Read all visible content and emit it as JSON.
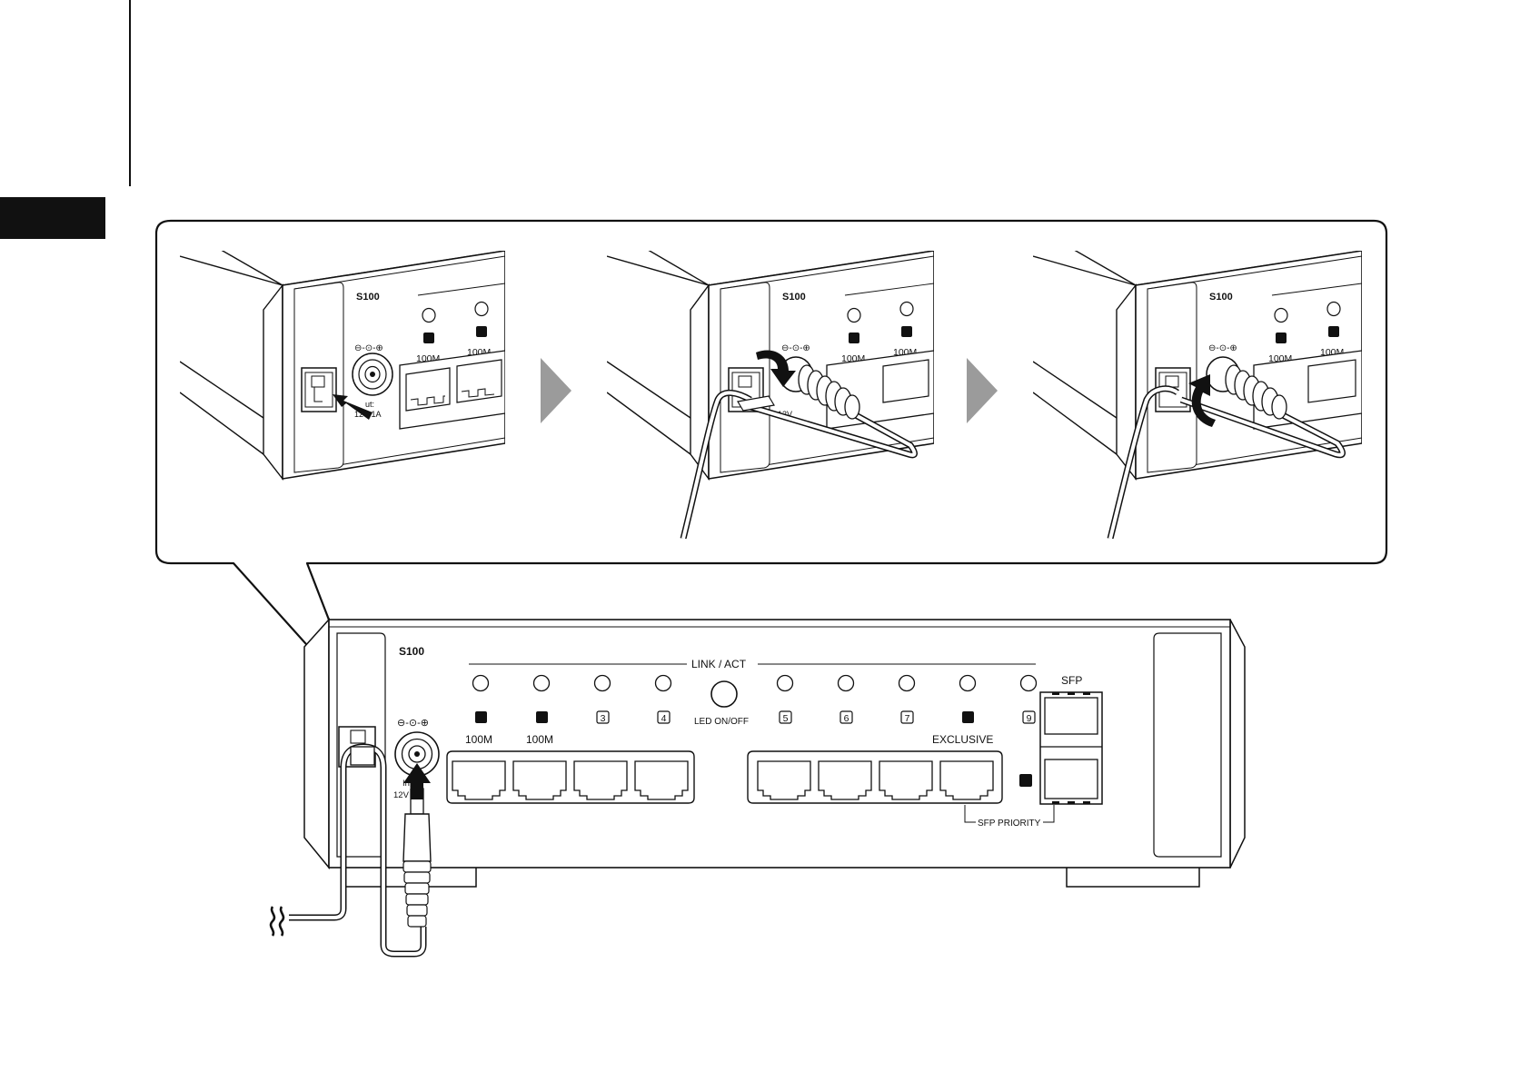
{
  "colors": {
    "ink": "#111111",
    "step_arrow": "#9b9b9b",
    "panel_fill": "#ffffff",
    "led_fill": "#ffffff"
  },
  "icons": {
    "step_arrow_1": "play-arrow-gray",
    "step_arrow_2": "play-arrow-gray",
    "insert_arrow": "bold-arrow",
    "rotate_arrow_down": "curved-arrow-down",
    "rotate_arrow_up": "curved-arrow-up",
    "cable_end": "wavy-break"
  },
  "steps": [
    {
      "model": "S100",
      "port_labels": [
        "100M",
        "100M"
      ],
      "jack_text": "12V  1A",
      "jack_caption": "ut:"
    },
    {
      "model": "S100",
      "port_labels": [
        "100M",
        "100M"
      ],
      "jack_text": "12V"
    },
    {
      "model": "S100",
      "port_labels": [
        "100M",
        "100M"
      ]
    }
  ],
  "device": {
    "model": "S100",
    "link_act": "LINK / ACT",
    "led_button": "LED ON/OFF",
    "sfp": "SFP",
    "exclusive": "EXCLUSIVE",
    "sfp_priority": "SFP PRIORITY",
    "speed_labels": [
      "100M",
      "100M"
    ],
    "port_numbers": [
      "3",
      "4",
      "5",
      "6",
      "7",
      "9"
    ],
    "input_label": "Input:",
    "input_spec": "12V  1A"
  }
}
